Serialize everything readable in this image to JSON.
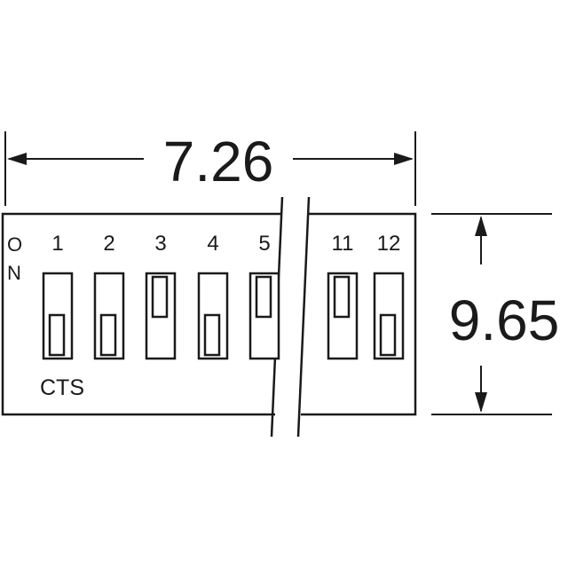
{
  "dimensions": {
    "width_label": "7.26",
    "height_label": "9.65"
  },
  "on_label": {
    "o": "O",
    "n": "N"
  },
  "brand_label": "CTS",
  "switches": [
    {
      "label": "1",
      "position": "down"
    },
    {
      "label": "2",
      "position": "down"
    },
    {
      "label": "3",
      "position": "up"
    },
    {
      "label": "4",
      "position": "down"
    },
    {
      "label": "5",
      "position": "up"
    },
    {
      "label": "11",
      "position": "up"
    },
    {
      "label": "12",
      "position": "down"
    }
  ],
  "colors": {
    "line": "#1a1a1a",
    "background": "#ffffff"
  }
}
